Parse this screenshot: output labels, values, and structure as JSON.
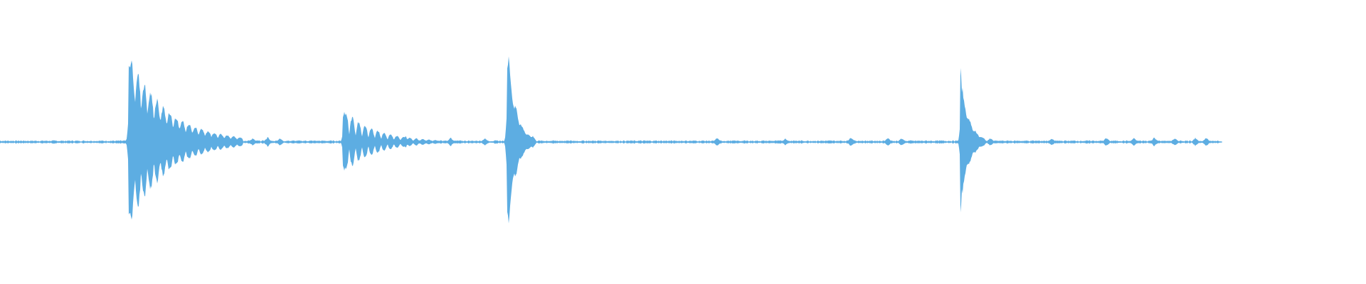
{
  "waveform": {
    "color": "#5dade2",
    "baseline_amplitude": 0.012,
    "duration_fraction": 0.895,
    "transients": [
      {
        "t": 0.094,
        "peak": 0.85,
        "decay": 0.028,
        "ring": 0.5
      },
      {
        "t": 0.251,
        "peak": 0.32,
        "decay": 0.024,
        "ring": 0.75
      },
      {
        "t": 0.371,
        "peak": 1.0,
        "decay": 0.006,
        "ring": 0.25
      },
      {
        "t": 0.703,
        "peak": 0.68,
        "decay": 0.006,
        "ring": 0.3
      }
    ],
    "bursts": [
      {
        "t": 0.13,
        "amp": 0.05
      },
      {
        "t": 0.14,
        "amp": 0.045
      },
      {
        "t": 0.148,
        "amp": 0.035
      },
      {
        "t": 0.185,
        "amp": 0.04
      },
      {
        "t": 0.196,
        "amp": 0.05
      },
      {
        "t": 0.205,
        "amp": 0.04
      },
      {
        "t": 0.29,
        "amp": 0.05
      },
      {
        "t": 0.297,
        "amp": 0.055
      },
      {
        "t": 0.305,
        "amp": 0.04
      },
      {
        "t": 0.33,
        "amp": 0.045
      },
      {
        "t": 0.355,
        "amp": 0.04
      },
      {
        "t": 0.383,
        "amp": 0.07
      },
      {
        "t": 0.39,
        "amp": 0.065
      },
      {
        "t": 0.525,
        "amp": 0.04
      },
      {
        "t": 0.575,
        "amp": 0.035
      },
      {
        "t": 0.623,
        "amp": 0.05
      },
      {
        "t": 0.65,
        "amp": 0.045
      },
      {
        "t": 0.66,
        "amp": 0.04
      },
      {
        "t": 0.725,
        "amp": 0.04
      },
      {
        "t": 0.77,
        "amp": 0.035
      },
      {
        "t": 0.81,
        "amp": 0.045
      },
      {
        "t": 0.83,
        "amp": 0.04
      },
      {
        "t": 0.845,
        "amp": 0.045
      },
      {
        "t": 0.86,
        "amp": 0.04
      },
      {
        "t": 0.875,
        "amp": 0.04
      },
      {
        "t": 0.883,
        "amp": 0.045
      }
    ]
  }
}
